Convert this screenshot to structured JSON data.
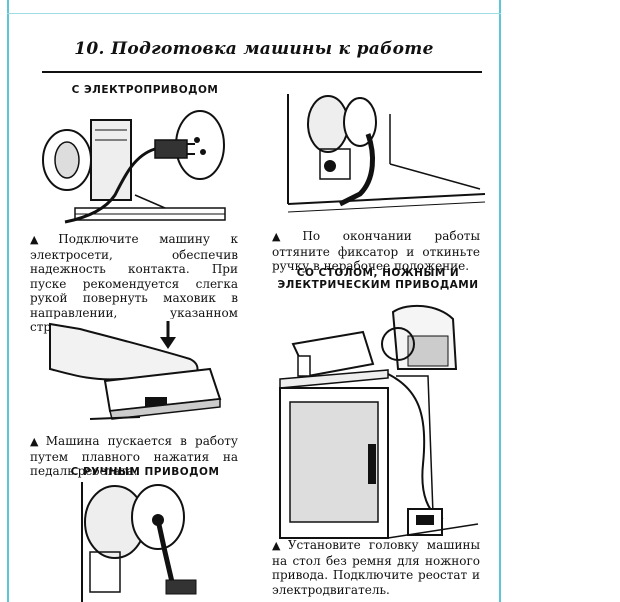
{
  "page": {
    "title": "10. Подготовка машины к работе"
  },
  "sections": {
    "electric": {
      "heading": "С ЭЛЕКТРОПРИВОДОМ",
      "para1": "Подключите машину к электросети, обеспечив надежность контакта. При пуске рекомендуется слегка рукой повернуть маховик в направлении, указанном стрелкой.",
      "para2": "Машина пускается в работу путем плавного нажатия на педаль реостата."
    },
    "manual": {
      "heading": "С РУЧНЫМ ПРИВОДОМ"
    },
    "finish": {
      "para": "По окончании работы оттяните фиксатор и откиньте ручку в нерабочее положение."
    },
    "table": {
      "heading_line1": "СО СТОЛОМ, НОЖНЫМ И",
      "heading_line2": "ЭЛЕКТРИЧЕСКИМ ПРИВОДАМИ",
      "para": "Установите головку машины на стол без ремня для ножного привода. Подключите реостат и электродвигатель."
    }
  },
  "bullet_symbol": "▲",
  "colors": {
    "frame": "#5cc6d6",
    "ink": "#111111"
  }
}
